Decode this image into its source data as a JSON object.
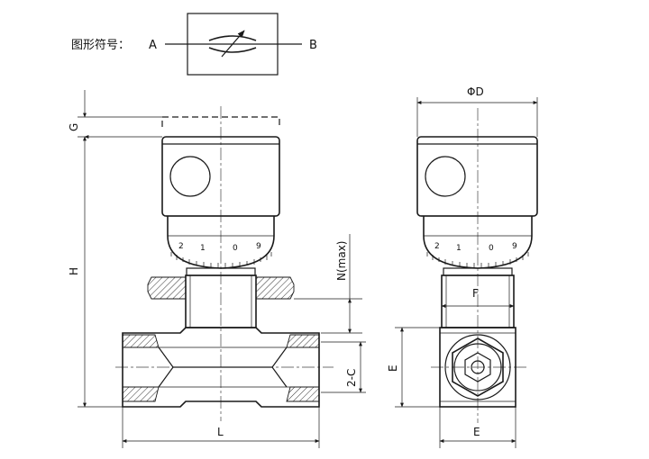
{
  "symbol": {
    "title": "图形符号：",
    "port_a": "A",
    "port_b": "B"
  },
  "front_view": {
    "dim_g": "G",
    "dim_h": "H",
    "dim_n": "N(max)",
    "dim_c": "2-C",
    "dim_l": "L",
    "dial": [
      "2",
      "1",
      "0",
      "9"
    ]
  },
  "side_view": {
    "dim_d": "ΦD",
    "dim_f": "F",
    "dim_e_vertical": "E",
    "dim_e_horizontal": "E",
    "dial": [
      "2",
      "1",
      "0",
      "9"
    ]
  }
}
